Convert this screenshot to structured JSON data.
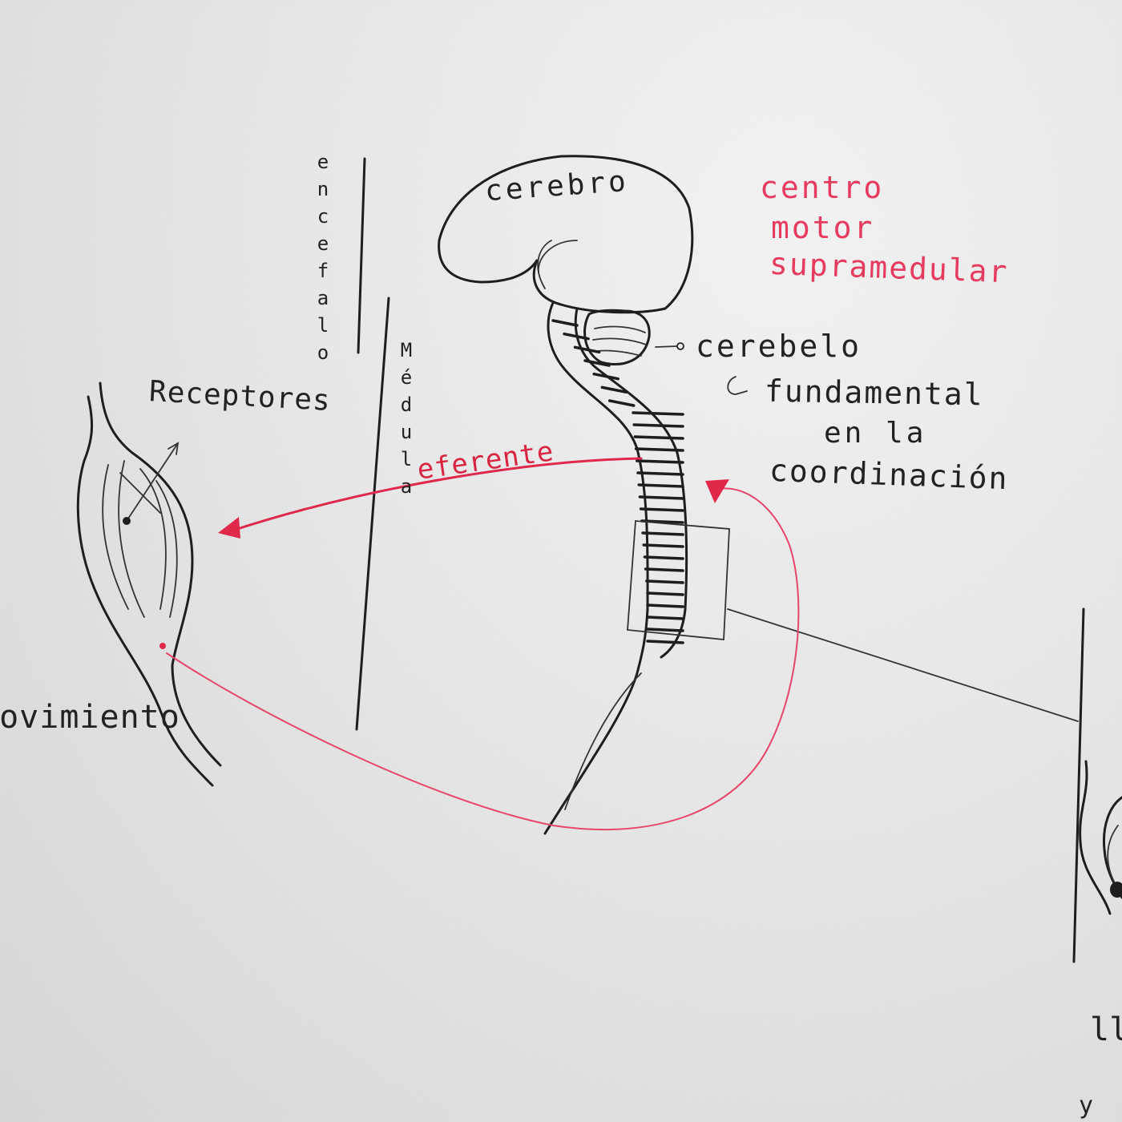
{
  "labels": {
    "cerebro": "cerebro",
    "centro_line1": "centro",
    "centro_line2": "motor",
    "centro_line3": "supramedular",
    "encefalo_vertical": "encefalo",
    "medula_vertical": "Médula",
    "cerebelo": "cerebelo",
    "fundamental_line1": "fundamental",
    "fundamental_line2": "en la",
    "fundamental_line3": "coordinación",
    "receptores": "Receptores",
    "eferente": "eferente",
    "movimiento": "movimiento",
    "lle": "lle",
    "y": "y"
  },
  "colors": {
    "ink": "#1e1e1e",
    "red_ink": "#e0284a",
    "paper": "#e6e6e6"
  }
}
